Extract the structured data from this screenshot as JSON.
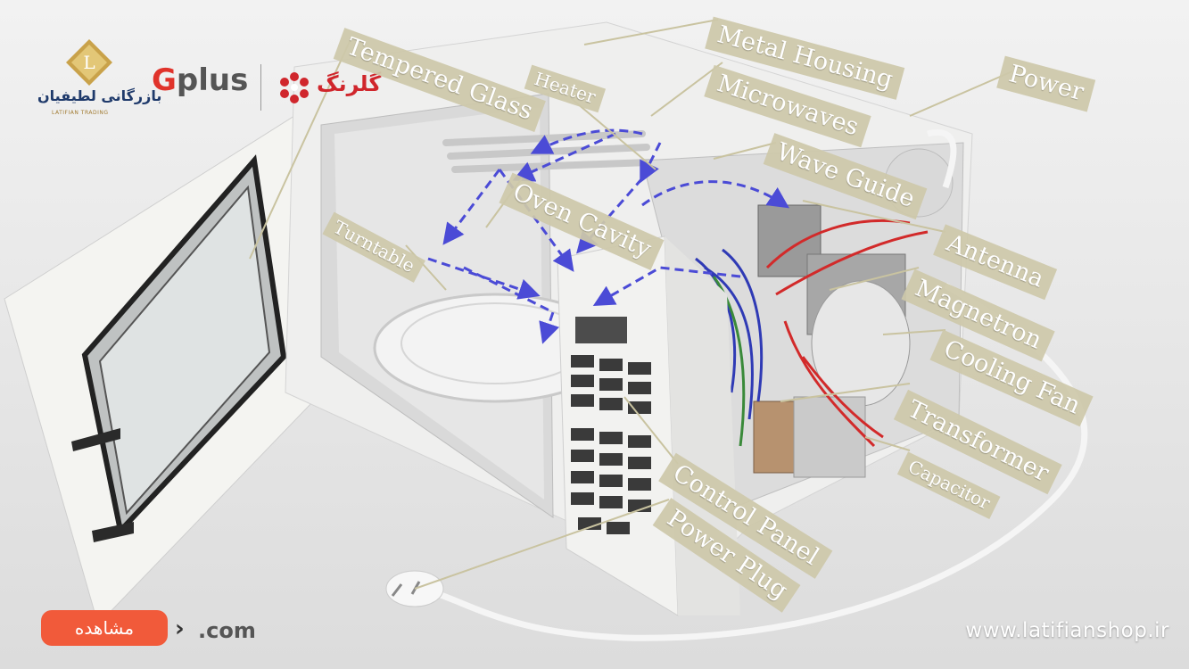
{
  "labels": {
    "tempered_glass": "Tempered Glass",
    "metal_housing": "Metal Housing",
    "power": "Power",
    "heater": "Heater",
    "microwaves": "Microwaves",
    "wave_guide": "Wave Guide",
    "oven_cavity": "Oven Cavity",
    "turntable": "Turntable",
    "antenna": "Antenna",
    "magnetron": "Magnetron",
    "cooling_fan": "Cooling Fan",
    "transformer": "Transformer",
    "capacitor": "Capacitor",
    "control_panel": "Control Panel",
    "power_plug": "Power Plug"
  },
  "branding": {
    "latifian_name": "بازرگانی لطیفیان",
    "latifian_sub": "LATIFIAN TRADING",
    "latifian_monogram": "L",
    "gplus_g": "G",
    "gplus_rest": "plus",
    "golrang": "گلرنگ",
    "website": "www.latifianshop.ir"
  },
  "footer": {
    "view_button": "مشاهده",
    "arrow": "›",
    "dotcom": ".com"
  },
  "colors": {
    "label_bg": "#cdc8aa",
    "wave_arrows": "#4b4bd6",
    "wires_red": "#d22a2a",
    "view_button": "#f15a3a"
  }
}
